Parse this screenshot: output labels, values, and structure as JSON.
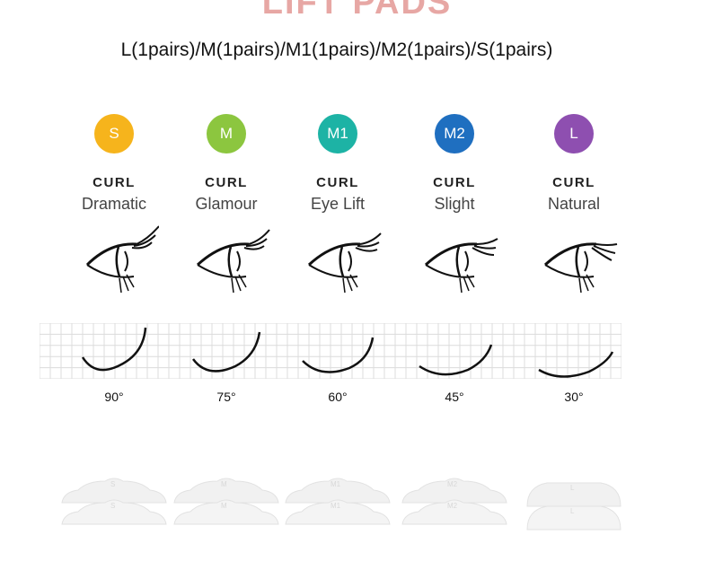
{
  "title": "LIFT PADS",
  "subtitle": "L(1pairs)/M(1pairs)/M1(1pairs)/M2(1pairs)/S(1pairs)",
  "curl_word": "CURL",
  "columns": [
    {
      "badge": "S",
      "color": "#f6b41c",
      "name": "Dramatic",
      "angle": "90°"
    },
    {
      "badge": "M",
      "color": "#8cc63f",
      "name": "Glamour",
      "angle": "75°"
    },
    {
      "badge": "M1",
      "color": "#1db3a5",
      "name": "Eye Lift",
      "angle": "60°"
    },
    {
      "badge": "M2",
      "color": "#1f6fc0",
      "name": "Slight",
      "angle": "45°"
    },
    {
      "badge": "L",
      "color": "#8e4fb0",
      "name": "Natural",
      "angle": "30°"
    }
  ]
}
